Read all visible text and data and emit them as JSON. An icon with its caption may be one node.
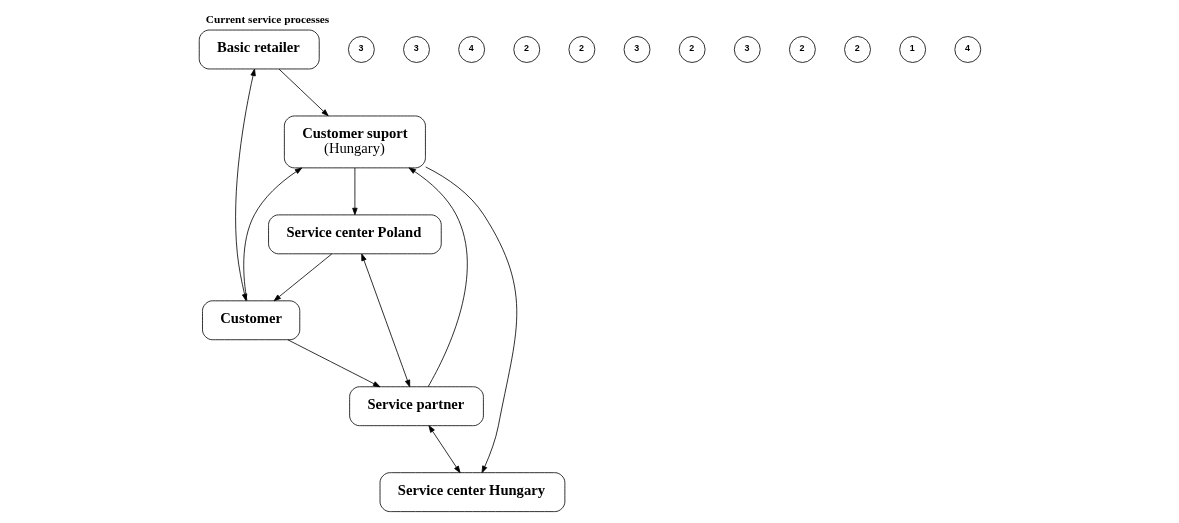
{
  "diagram": {
    "title": "Current service processes",
    "nodes": [
      {
        "text": [
          "Customer suport",
          "(Hungary)"
        ]
      },
      {
        "text": [
          "Service center Hungary"
        ]
      },
      {
        "text": [
          "Service center Poland"
        ]
      },
      {
        "text": [
          "Basic retailer"
        ]
      },
      {
        "text": [
          "Customer"
        ]
      },
      {
        "text": [
          "Service partner"
        ]
      },
      {
        "text": [
          "3"
        ]
      },
      {
        "text": [
          "3"
        ]
      },
      {
        "text": [
          "4"
        ]
      },
      {
        "text": [
          "2"
        ]
      },
      {
        "text": [
          "2"
        ]
      },
      {
        "text": [
          "3"
        ]
      },
      {
        "text": [
          "2"
        ]
      },
      {
        "text": [
          "3"
        ]
      },
      {
        "text": [
          "2"
        ]
      },
      {
        "text": [
          "2"
        ]
      },
      {
        "text": [
          "1"
        ]
      },
      {
        "text": [
          "4"
        ]
      }
    ],
    "edges": [
      {
        "from": 3,
        "to": 0,
        "arrow": "to"
      },
      {
        "from": 4,
        "to": 0,
        "arrow": "to"
      },
      {
        "from": 5,
        "to": 0,
        "arrow": "to"
      },
      {
        "from": 3,
        "to": 4,
        "arrow": "both"
      },
      {
        "from": 4,
        "to": 5,
        "arrow": "to"
      },
      {
        "from": 0,
        "to": 1,
        "arrow": "to"
      },
      {
        "from": 0,
        "to": 2,
        "arrow": "to"
      },
      {
        "from": 5,
        "to": 1,
        "arrow": "both"
      },
      {
        "from": 5,
        "to": 2,
        "arrow": "both"
      },
      {
        "from": 2,
        "to": 4,
        "arrow": "to"
      }
    ]
  }
}
